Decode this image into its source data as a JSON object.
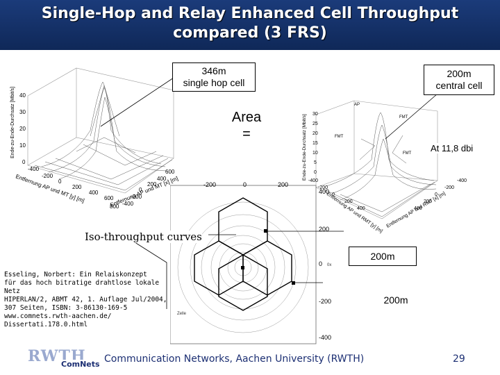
{
  "slide": {
    "title_line1": "Single-Hop and Relay Enhanced Cell Throughput",
    "title_line2": "compared (3 FRS)",
    "callout_single_line1": "346m",
    "callout_single_line2": "single hop cell",
    "callout_central_line1": "200m",
    "callout_central_line2": "central cell",
    "area_line1": "Area",
    "area_line2": "=",
    "antenna_gain": "At 11,8 dbi",
    "iso_label": "Iso-throughput curves",
    "dim_label_1": "200m",
    "dim_label_2": "200m",
    "reference": "Esseling, Norbert: Ein Relaiskonzept\nfür das hoch bitratige drahtlose lokale Netz\nHIPERLAN/2, ABMT 42, 1. Auflage Jul/2004,\n307 Seiten, ISBN: 3-86130-169-5\nwww.comnets.rwth-aachen.de/\nDissertati.178.0.html",
    "footer": "Communication Networks, Aachen University (RWTH)",
    "page_number": "29"
  },
  "logo": {
    "text_top": "RWTH",
    "text_bottom": "ComNets"
  },
  "plot_left": {
    "zlabel": "Ende-zu-Ende-Durchsatz [Mbit/s]",
    "z_ticks": [
      "40",
      "30",
      "20",
      "10",
      "0"
    ],
    "x_ticks": [
      "-400",
      "-200",
      "0",
      "200",
      "400",
      "600",
      "800"
    ],
    "y_ticks": [
      "600",
      "400",
      "200",
      "0",
      "-200",
      "-400"
    ],
    "xlabel": "Entfernung AP und MT [x] [m]",
    "ylabel": "Entfernung AP und MT [y] [m]"
  },
  "plot_right": {
    "zlabel": "Ende-zu-Ende-Durchsatz [Mbit/s]",
    "z_ticks": [
      "30",
      "25",
      "20",
      "15",
      "10",
      "5",
      "0"
    ],
    "x_ticks": [
      "-400",
      "-200",
      "0",
      "200",
      "400"
    ],
    "y_ticks": [
      "-400",
      "-200",
      "0",
      "200",
      "400"
    ],
    "xlabel": "Entfernung AP und RMT [x] [m]",
    "ylabel": "Entfernung AP und RMT [y] [m]",
    "marker_labels": [
      "AP",
      "FMT",
      "FMT",
      "FMT"
    ]
  },
  "contour_plot": {
    "top_ticks": [
      "-200",
      "0",
      "200"
    ],
    "right_ticks": [
      "400",
      "200",
      "0",
      "-200",
      "-400"
    ],
    "extra_labels": [
      "Zelle",
      "0x"
    ]
  },
  "colors": {
    "title_bg": "#1b3b7a",
    "footer_text": "#1c2f73"
  }
}
